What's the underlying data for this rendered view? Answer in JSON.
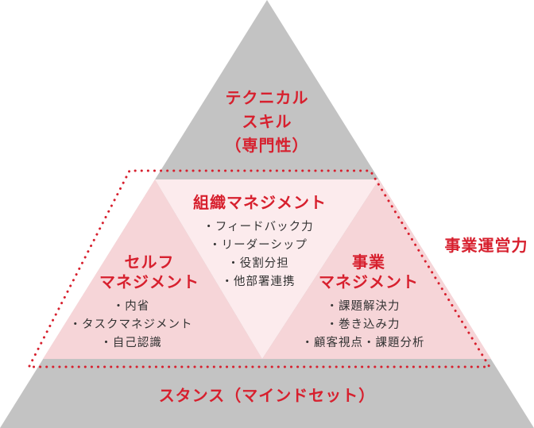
{
  "colors": {
    "gray": "#c3c3c3",
    "pink": "#f6d5d8",
    "light_pink": "#fcebed",
    "red": "#d7202e"
  },
  "technical": {
    "line1": "テクニカル",
    "line2": "スキル",
    "line3": "（専門性）"
  },
  "organization": {
    "title": "組織マネジメント",
    "items": [
      "・フィードバック力",
      "・リーダーシップ",
      "・役割分担",
      "・他部署連携"
    ]
  },
  "self": {
    "title1": "セルフ",
    "title2": "マネジメント",
    "items": [
      "・内省",
      "・タスクマネジメント",
      "・自己認識"
    ]
  },
  "business": {
    "title1": "事業",
    "title2": "マネジメント",
    "items": [
      "・課題解決力",
      "・巻き込み力",
      "・顧客視点・課題分析"
    ]
  },
  "side_label": "事業運営力",
  "stance": "スタンス（マインドセット）"
}
